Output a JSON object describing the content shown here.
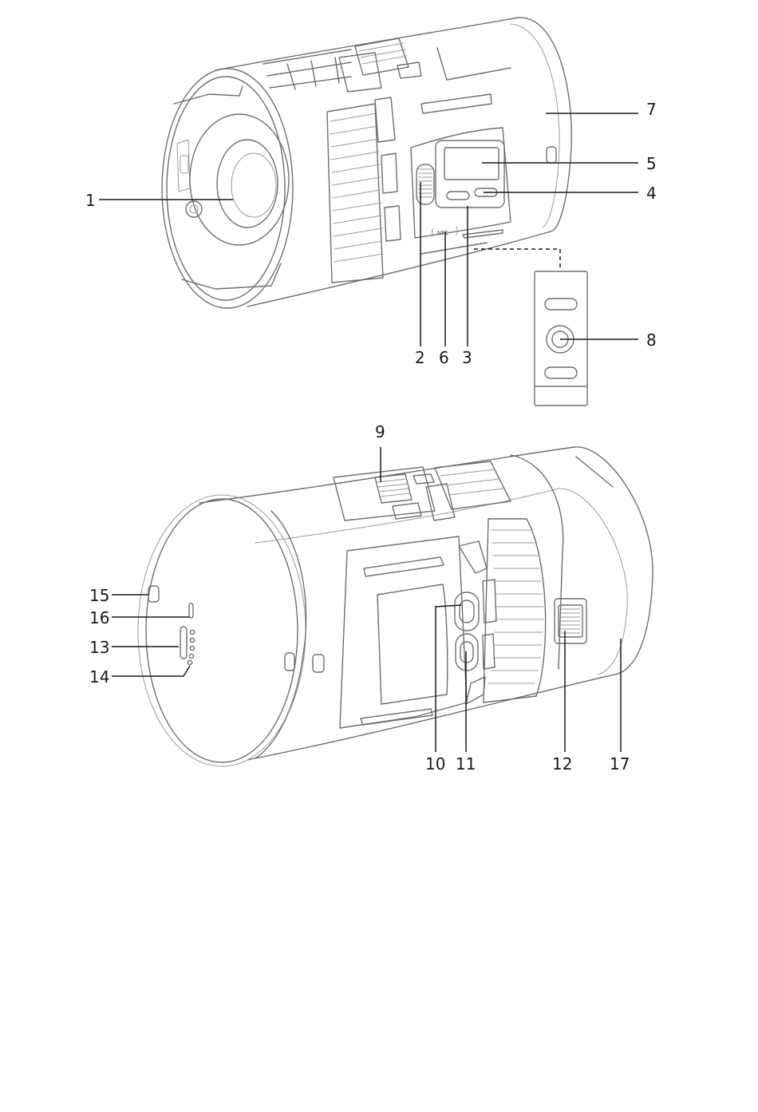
{
  "nfc_mark": "NFC",
  "callouts": [
    {
      "id": "1",
      "label": "1"
    },
    {
      "id": "2",
      "label": "2"
    },
    {
      "id": "3",
      "label": "3"
    },
    {
      "id": "4",
      "label": "4"
    },
    {
      "id": "5",
      "label": "5"
    },
    {
      "id": "6",
      "label": "6"
    },
    {
      "id": "7",
      "label": "7"
    },
    {
      "id": "8",
      "label": "8"
    },
    {
      "id": "9",
      "label": "9"
    },
    {
      "id": "10",
      "label": "10"
    },
    {
      "id": "11",
      "label": "11"
    },
    {
      "id": "12",
      "label": "12"
    },
    {
      "id": "13",
      "label": "13"
    },
    {
      "id": "14",
      "label": "14"
    },
    {
      "id": "15",
      "label": "15"
    },
    {
      "id": "16",
      "label": "16"
    },
    {
      "id": "17",
      "label": "17"
    }
  ]
}
